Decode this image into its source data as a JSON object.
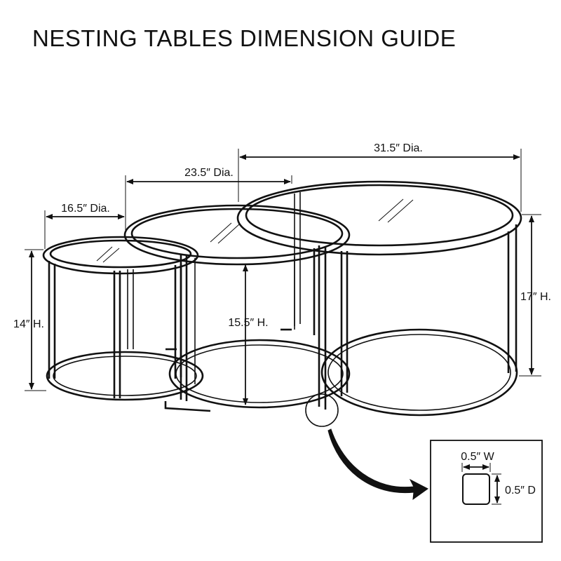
{
  "title": "NESTING TABLES DIMENSION GUIDE",
  "dimensions": {
    "large_diameter": "31.5″ Dia.",
    "medium_diameter": "23.5″ Dia.",
    "small_diameter": "16.5″ Dia.",
    "small_height": "14″ H.",
    "medium_height": "15.5″ H.",
    "large_height": "17″ H."
  },
  "detail": {
    "width_label": "0.5″ W",
    "depth_label": "0.5″ D"
  }
}
